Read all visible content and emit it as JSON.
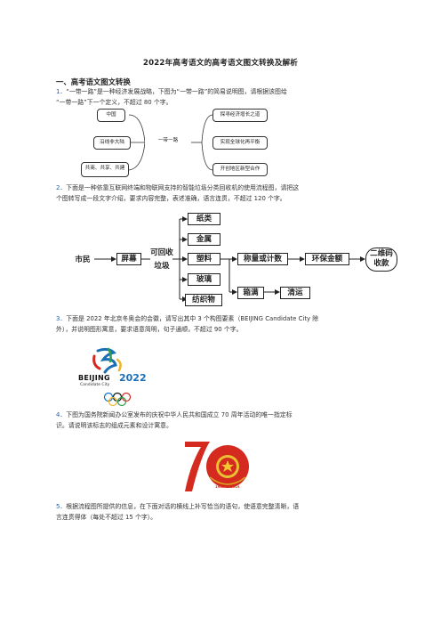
{
  "doc": {
    "title": "2022年高考语文的高考语文图文转换及解析",
    "section": "一、高考语文图文转换"
  },
  "questions": [
    {
      "num": "1．",
      "line1": "“一带一路”是一种经济发展战略，下图为“一带一路”的简易说明图，请根据该图给",
      "line2": "“一带一路”下一个定义，不超过 80 个字。"
    },
    {
      "num": "2．",
      "line1": "下面是一种依靠互联网终端和物联网支持的智能垃圾分类回收机的使用流程图，请把这",
      "line2": "个图转写成一段文字介绍，要求内容完整，表述准确，语言连贯，不超过 120 个字。"
    },
    {
      "num": "3．",
      "line1": "下面是 2022 年北京冬奥会的会徽，请写出其中 3 个构图要素（BEIJING Candidate City 除",
      "line2": "外），并说明图形寓意，要求语意简明，句子通顺，不超过 90 个字。"
    },
    {
      "num": "4．",
      "line1": "下图为国务院新闻办公室发布的庆祝中华人民共和国成立  70  周年活动的唯一指定标",
      "line2": "识。请说明该标志的组成元素和设计寓意。"
    },
    {
      "num": "5．",
      "line1": "根据流程图所提供的信息，在下面对话的横线上补写恰当的语句，使语意完整清晰，语",
      "line2": "言连贯得体（每处不超过 15 个字）。"
    }
  ],
  "diagram1": {
    "left": [
      "中国",
      "沿线非大陆",
      "共商、共享、共建"
    ],
    "center": "一带一路",
    "right": [
      "探寻经济增长之道",
      "实现全球化再平衡",
      "开创地区新型合作"
    ]
  },
  "diagram2": {
    "start": "市民",
    "screen": "屏幕",
    "recyclable": "可回收",
    "garbage": "垃圾",
    "items": [
      "纸类",
      "金属",
      "塑料",
      "玻璃",
      "纺织物"
    ],
    "weigh": "称量或计数",
    "eco": "环保金额",
    "qrcode_1": "二维码",
    "qrcode_2": "收款",
    "full": "箱满",
    "clear": "清运"
  },
  "logo_beijing": {
    "word": "BEIJING",
    "year": "2022",
    "sub": "Candidate City"
  },
  "logo_70": {
    "numeral": "70",
    "years": "1949 — 2019"
  },
  "colors": {
    "accent_blue": "#1f5fa8",
    "red": "#d42a1f",
    "gold": "#d9a520"
  }
}
